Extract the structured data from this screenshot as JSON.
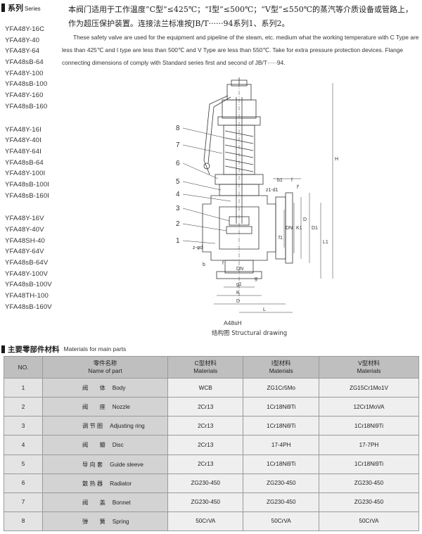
{
  "series_header": {
    "title": "系列",
    "subtitle": "Series"
  },
  "series_groups": [
    [
      "YFA48Y-16C",
      "YFA48Y-40",
      "YFA48Y-64",
      "YFA48sB-64",
      "YFA48Y-100",
      "YFA48sB-100",
      "YFA48Y-160",
      "YFA48sB-160"
    ],
    [
      "YFA48Y-16I",
      "YFA48Y-40I",
      "YFA48Y-64I",
      "YFA48sB-64",
      "YFA48Y-100I",
      "YFA48sB-100I",
      "YFA48sB-160I"
    ],
    [
      "YFA48Y-16V",
      "YFA48Y-40V",
      "YFA48SH-40",
      "YFA48Y-64V",
      "YFA48sB-64V",
      "YFA48Y-100V",
      "YFA48sB-100V",
      "YFA48TH-100",
      "YFA48sB-160V"
    ]
  ],
  "intro_cn": "本阀门适用于工作温度“C型”≤425℃；“Ⅰ型”≤500℃；“V型”≤550℃的蒸汽等介质设备或管路上，作为超压保护装置。连接法兰标准按JB/T······94系列1、系列2。",
  "intro_en": "These safety valve are used for the equipment and pipeline of the steam, etc. medium what the working temperature with C Type are less than 425℃ and  I  type are less than 500℃ and  V Type are less than 550℃. Take for extra pressure protection devices. Flange connecting dimensions of comply with Standard series first and second of JB/T·····94.",
  "drawing": {
    "model": "A48sH",
    "caption": "结构图 Structural drawing",
    "callouts": [
      "8",
      "7",
      "6",
      "5",
      "4",
      "3",
      "2",
      "1"
    ],
    "dim_labels": {
      "H": "H",
      "L1": "L1",
      "D1": "D1",
      "D": "D",
      "K1": "K1",
      "DN1": "DN",
      "b1": "b1",
      "f1": "f",
      "f2": "f'",
      "z1d1": "z1-d1",
      "zd": "z-φd",
      "DN": "DN",
      "b": "b",
      "g1": "g1",
      "K": "K",
      "D_bottom": "D",
      "L": "L",
      "f3": "f",
      "f4": "f1",
      "g": "g"
    }
  },
  "materials": {
    "title_cn": "主要零部件材料",
    "title_en": "Materials for main parts",
    "columns": [
      {
        "cn": "",
        "en": "NO."
      },
      {
        "cn": "零件名称",
        "en": "Name of part"
      },
      {
        "cn": "C型材料",
        "en": "Materials"
      },
      {
        "cn": "Ⅰ型材料",
        "en": "Materials"
      },
      {
        "cn": "V型材料",
        "en": "Materials"
      }
    ],
    "rows": [
      {
        "no": "1",
        "cn": "阀　　体",
        "en": "Body",
        "c": "WCB",
        "i": "ZG1Cr5Mo",
        "v": "ZG15Cr1Mo1V"
      },
      {
        "no": "2",
        "cn": "阀　　座",
        "en": "Nozzle",
        "c": "2Cr13",
        "i": "1Cr18Ni9Ti",
        "v": "12Cr1MoVA"
      },
      {
        "no": "3",
        "cn": "调 节 圈",
        "en": "Adjusting ring",
        "c": "2Cr13",
        "i": "1Cr18Ni9Ti",
        "v": "1Cr18Ni9Ti"
      },
      {
        "no": "4",
        "cn": "阀　　瓣",
        "en": "Disc",
        "c": "2Cr13",
        "i": "17-4PH",
        "v": "17-7PH"
      },
      {
        "no": "5",
        "cn": "导 向 套",
        "en": "Guide sleeve",
        "c": "2Cr13",
        "i": "1Cr18Ni9Ti",
        "v": "1Cr18Ni9Ti"
      },
      {
        "no": "6",
        "cn": "散 热 器",
        "en": "Radiator",
        "c": "ZG230-450",
        "i": "ZG230-450",
        "v": "ZG230-450"
      },
      {
        "no": "7",
        "cn": "阀　　盖",
        "en": "Bonnet",
        "c": "ZG230-450",
        "i": "ZG230-450",
        "v": "ZG230-450"
      },
      {
        "no": "8",
        "cn": "弹　　簧",
        "en": "Spring",
        "c": "50CrVA",
        "i": "50CrVA",
        "v": "50CrVA"
      }
    ]
  }
}
